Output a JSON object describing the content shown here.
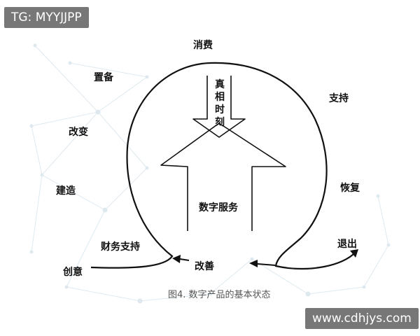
{
  "watermark_top_left": "TG: MYYJJPP",
  "watermark_bottom_right": "www.cdhjys.com",
  "labels": {
    "consume": "消费",
    "prepare": "置备",
    "support": "支持",
    "change": "改变",
    "build": "建造",
    "recover": "恢复",
    "finance_support": "财务支持",
    "exit": "退出",
    "create": "创意",
    "improve": "改善",
    "moment_of_truth": "真相时刻",
    "digital_service": "数字服务"
  },
  "caption": "图4. 数字产品的基本状态"
}
